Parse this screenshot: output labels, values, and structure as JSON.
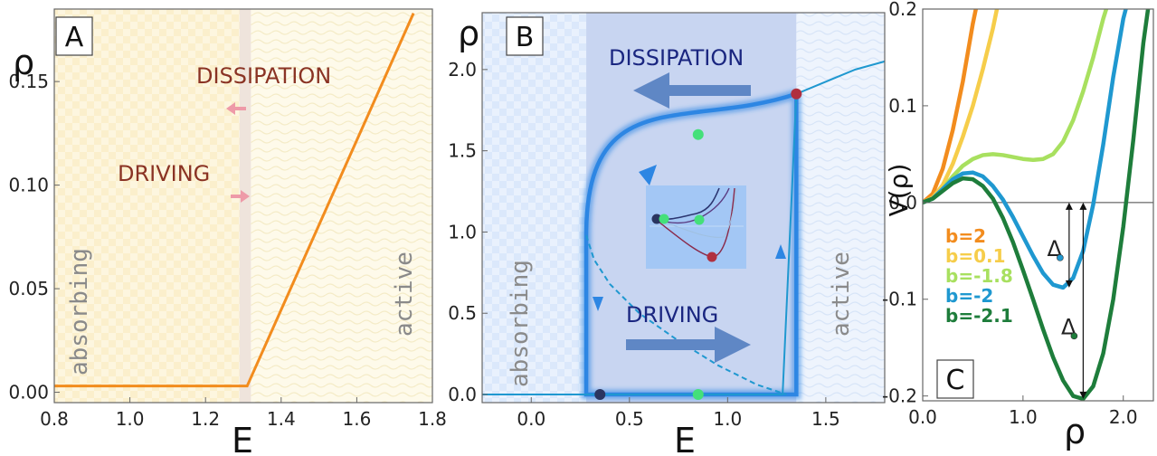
{
  "chart_data": [
    {
      "panel": "A",
      "type": "line",
      "xlabel": "E",
      "ylabel": "ρ",
      "xlim": [
        0.8,
        1.8
      ],
      "ylim": [
        -0.005,
        0.185
      ],
      "xticks": [
        "0.8",
        "1.0",
        "1.2",
        "1.4",
        "1.6",
        "1.8"
      ],
      "yticks": [
        "0.00",
        "0.05",
        "0.10",
        "0.15"
      ],
      "transition_band": [
        1.29,
        1.32
      ],
      "series": [
        {
          "color": "#f28c1e",
          "x": [
            0.8,
            1.31,
            1.75
          ],
          "y": [
            0.003,
            0.003,
            0.183
          ]
        }
      ],
      "annotations": {
        "dissipation": "DISSIPATION",
        "driving": "DRIVING",
        "left_region": "absorbing",
        "right_region": "active"
      }
    },
    {
      "panel": "B",
      "type": "line",
      "xlabel": "E",
      "ylabel": "ρ",
      "xlim": [
        -0.25,
        1.8
      ],
      "ylim": [
        -0.05,
        2.35
      ],
      "xticks": [
        "0.0",
        "0.5",
        "1.0",
        "1.5"
      ],
      "yticks": [
        "0.0",
        "0.5",
        "1.0",
        "1.5",
        "2.0"
      ],
      "coexistence_region": [
        0.28,
        1.35
      ],
      "stable_branch": {
        "x": [
          -0.25,
          1.28,
          1.35,
          1.45,
          1.55,
          1.65,
          1.8
        ],
        "y": [
          0.0,
          0.0,
          1.85,
          1.9,
          1.95,
          2.0,
          2.05
        ]
      },
      "unstable_branch": {
        "x": [
          0.28,
          0.32,
          0.4,
          0.55,
          0.75,
          0.95,
          1.15,
          1.3
        ],
        "y": [
          0.98,
          0.83,
          0.68,
          0.5,
          0.33,
          0.18,
          0.06,
          0.0
        ]
      },
      "hysteresis_loop": {
        "x": [
          1.35,
          0.28,
          0.28,
          1.35,
          1.35
        ],
        "y": [
          1.85,
          0.98,
          0.0,
          0.0,
          1.85
        ]
      },
      "points": [
        {
          "x": 1.35,
          "y": 1.85,
          "color": "#b0303f"
        },
        {
          "x": 0.85,
          "y": 1.6,
          "color": "#44e07a"
        },
        {
          "x": 0.35,
          "y": 0.0,
          "color": "#2a3560"
        },
        {
          "x": 0.85,
          "y": 0.0,
          "color": "#44e07a"
        }
      ],
      "annotations": {
        "dissipation": "DISSIPATION",
        "driving": "DRIVING",
        "left_region": "absorbing",
        "right_region": "active"
      }
    },
    {
      "panel": "C",
      "type": "line",
      "xlabel": "ρ",
      "ylabel": "V(ρ)",
      "xlim": [
        0.0,
        2.3
      ],
      "ylim": [
        -0.205,
        0.2
      ],
      "xticks": [
        "0.0",
        "1.0",
        "2.0"
      ],
      "yticks": [
        "0.2",
        "0.1",
        "0.0",
        "-0.1",
        "-0.2"
      ],
      "series": [
        {
          "name": "b=2",
          "color": "#f28c1e",
          "x": [
            0,
            0.1,
            0.2,
            0.3,
            0.4,
            0.5,
            0.55
          ],
          "y": [
            0,
            0.009,
            0.035,
            0.075,
            0.125,
            0.185,
            0.21
          ]
        },
        {
          "name": "b=0.1",
          "color": "#f6cd4a",
          "x": [
            0,
            0.1,
            0.2,
            0.3,
            0.4,
            0.5,
            0.6,
            0.7,
            0.76
          ],
          "y": [
            0,
            0.005,
            0.018,
            0.04,
            0.068,
            0.1,
            0.138,
            0.18,
            0.21
          ]
        },
        {
          "name": "b=-1.8",
          "color": "#a8e05f",
          "x": [
            0,
            0.1,
            0.2,
            0.3,
            0.4,
            0.5,
            0.6,
            0.7,
            0.8,
            0.9,
            1.0,
            1.1,
            1.2,
            1.3,
            1.4,
            1.5,
            1.6,
            1.7,
            1.8,
            1.86
          ],
          "y": [
            0,
            0.004,
            0.014,
            0.027,
            0.038,
            0.045,
            0.049,
            0.05,
            0.049,
            0.047,
            0.045,
            0.044,
            0.045,
            0.05,
            0.063,
            0.085,
            0.115,
            0.15,
            0.19,
            0.21
          ]
        },
        {
          "name": "b=-2",
          "color": "#1f98d0",
          "x": [
            0,
            0.1,
            0.2,
            0.3,
            0.4,
            0.5,
            0.6,
            0.7,
            0.8,
            0.9,
            1.0,
            1.1,
            1.2,
            1.3,
            1.4,
            1.5,
            1.6,
            1.7,
            1.8,
            1.9,
            2.0,
            2.05
          ],
          "y": [
            0,
            0.004,
            0.014,
            0.024,
            0.03,
            0.031,
            0.027,
            0.017,
            0.003,
            -0.015,
            -0.035,
            -0.055,
            -0.073,
            -0.085,
            -0.088,
            -0.078,
            -0.05,
            -0.002,
            0.06,
            0.13,
            0.19,
            0.21
          ]
        },
        {
          "name": "b=-2.1",
          "color": "#1e7d3b",
          "x": [
            0,
            0.1,
            0.2,
            0.3,
            0.4,
            0.5,
            0.6,
            0.7,
            0.8,
            0.9,
            1.0,
            1.1,
            1.2,
            1.3,
            1.4,
            1.5,
            1.6,
            1.7,
            1.8,
            1.9,
            2.0,
            2.1,
            2.2,
            2.26
          ],
          "y": [
            0,
            0.004,
            0.012,
            0.02,
            0.025,
            0.024,
            0.017,
            0.004,
            -0.016,
            -0.041,
            -0.07,
            -0.1,
            -0.131,
            -0.16,
            -0.184,
            -0.2,
            -0.203,
            -0.19,
            -0.156,
            -0.1,
            -0.025,
            0.065,
            0.165,
            0.21
          ]
        }
      ],
      "deltas": [
        {
          "label": "Δ",
          "x": 1.46,
          "y_top": 0.0,
          "y_bottom": -0.088,
          "dot_color": "#1f98d0"
        },
        {
          "label": "Δ",
          "x": 1.6,
          "y_top": 0.0,
          "y_bottom": -0.203,
          "dot_color": "#1e7d3b"
        }
      ]
    }
  ]
}
